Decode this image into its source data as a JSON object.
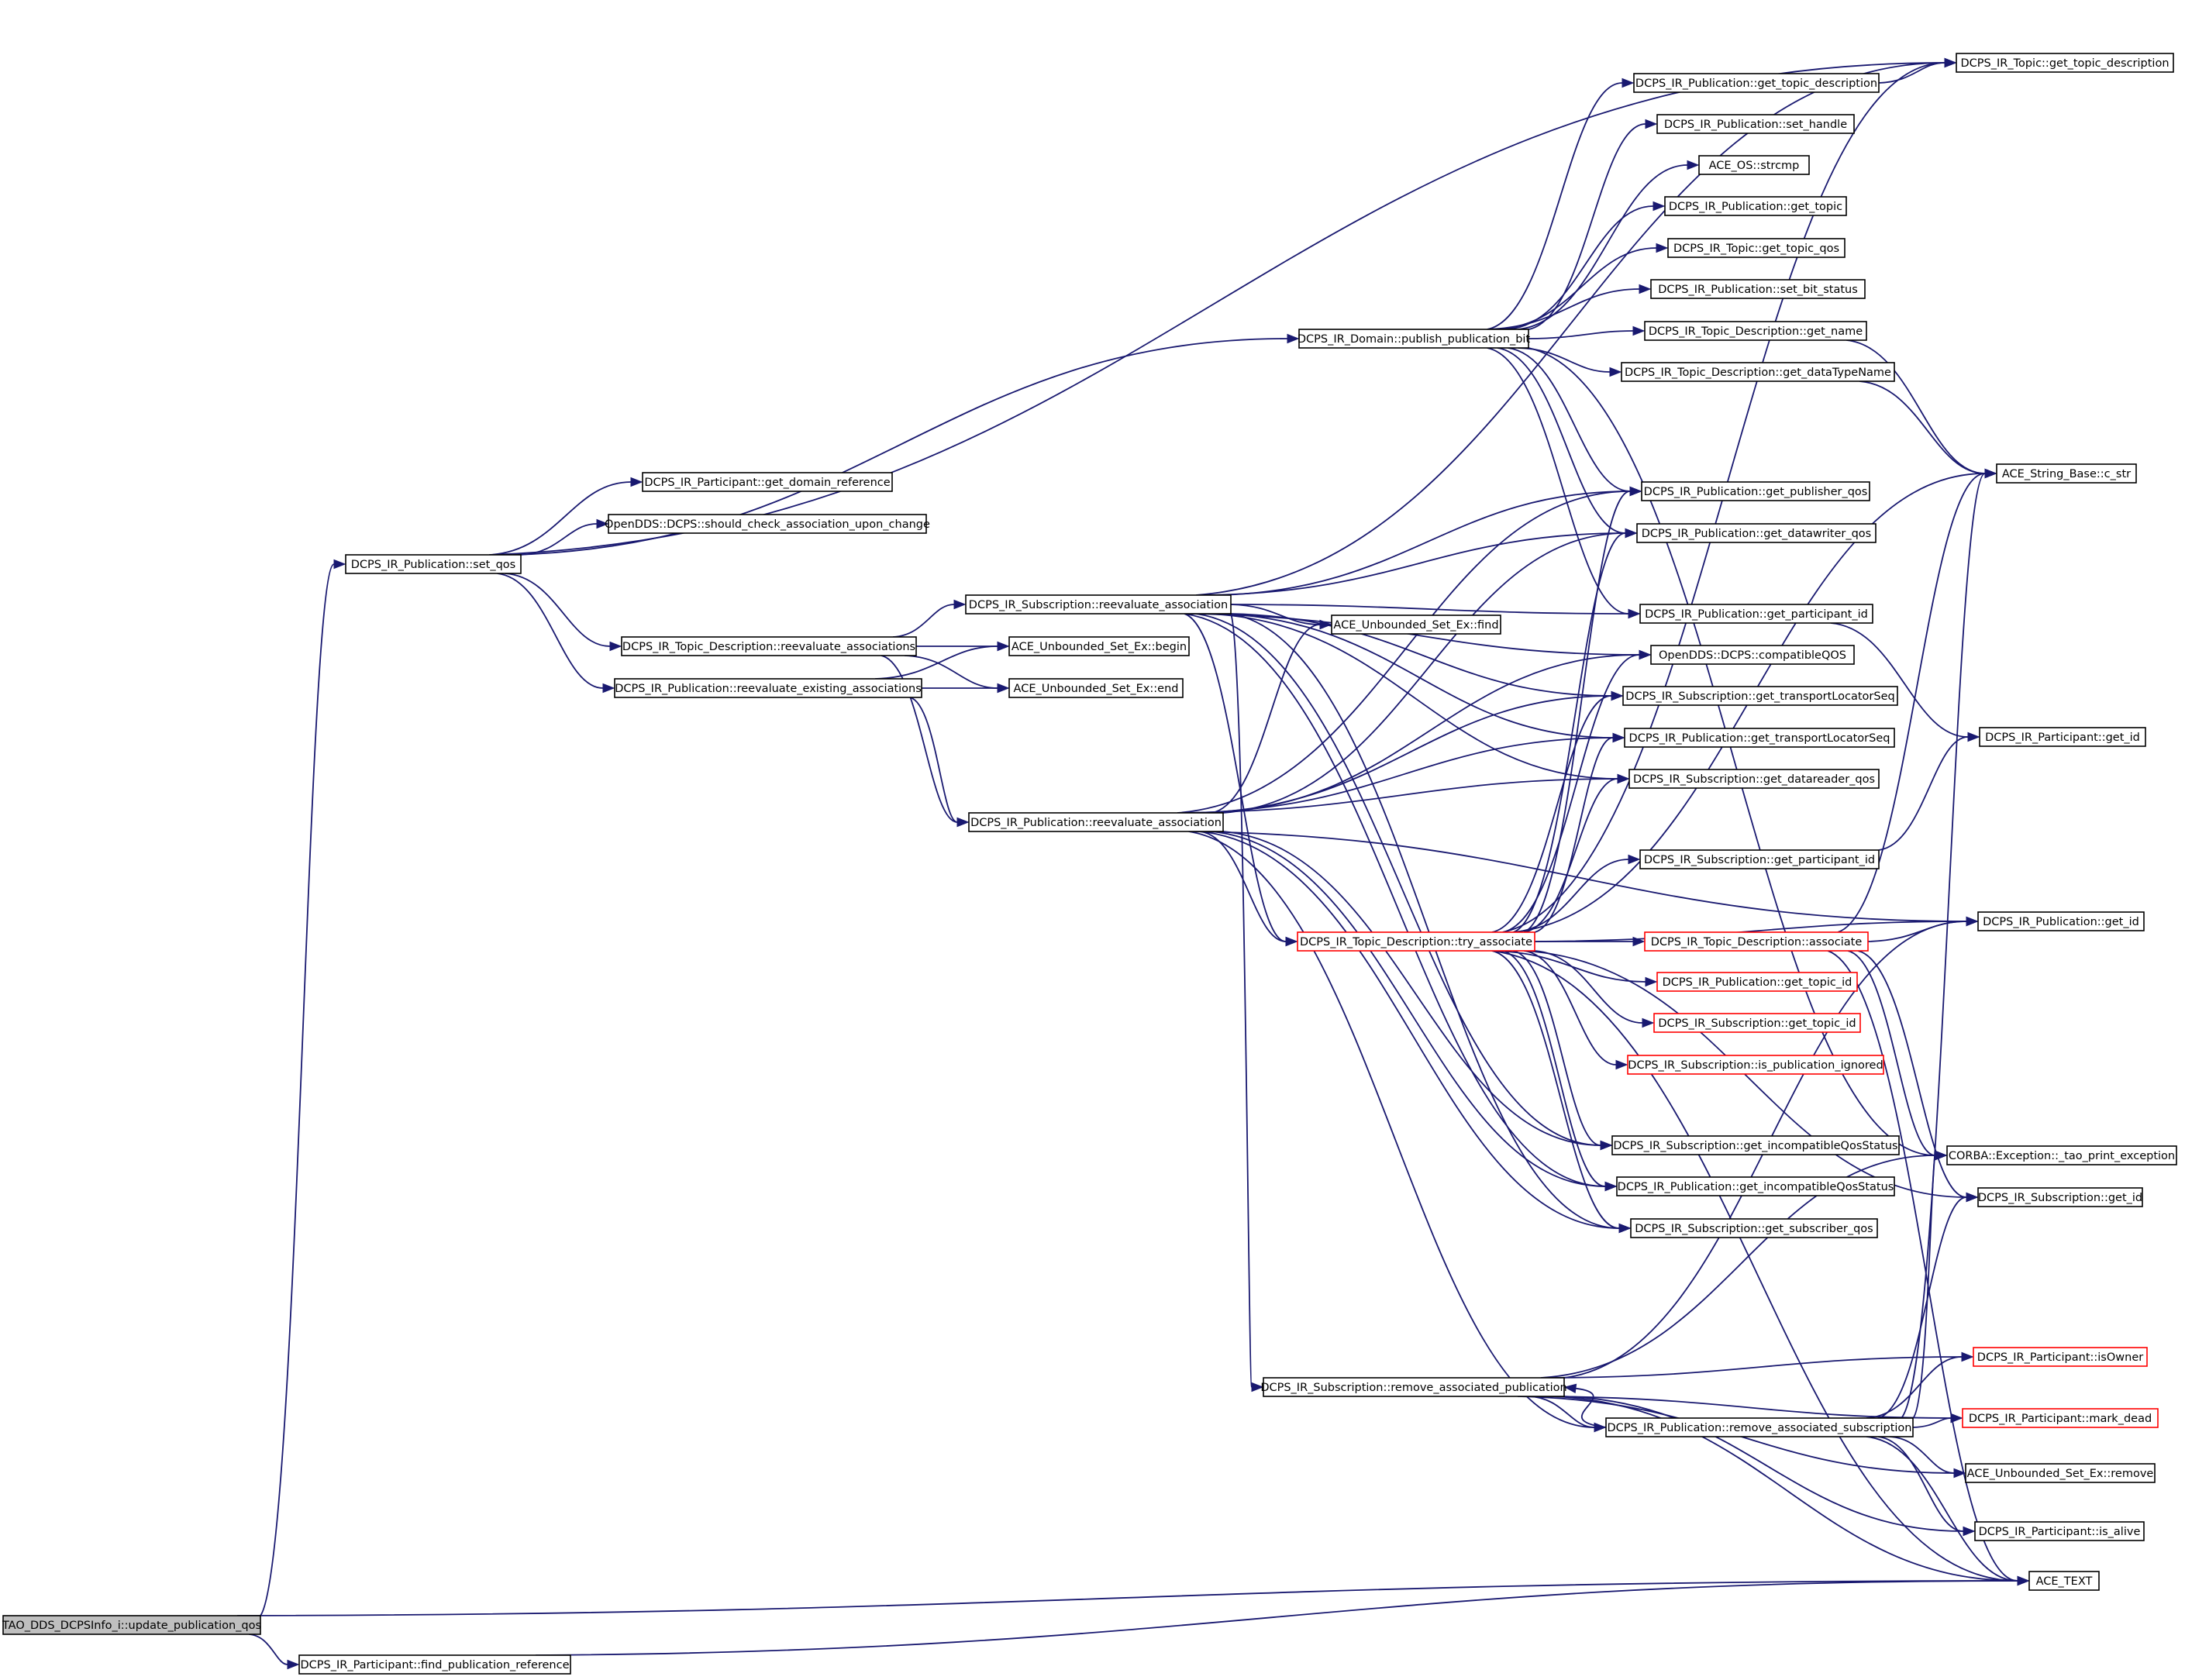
{
  "diagram": {
    "nodes": [
      {
        "id": "root",
        "label": "TAO_DDS_DCPSInfo_i::update_publication_qos",
        "style": "root"
      },
      {
        "id": "set_qos",
        "label": "DCPS_IR_Publication::set_qos",
        "style": "normal"
      },
      {
        "id": "find_pub_ref",
        "label": "DCPS_IR_Participant::find_publication_reference",
        "style": "normal"
      },
      {
        "id": "get_domain_ref",
        "label": "DCPS_IR_Participant::get_domain_reference",
        "style": "normal"
      },
      {
        "id": "should_check",
        "label": "OpenDDS::DCPS::should_check_association_upon_change",
        "style": "normal"
      },
      {
        "id": "td_reeval_assocs",
        "label": "DCPS_IR_Topic_Description::reevaluate_associations",
        "style": "normal"
      },
      {
        "id": "pub_reeval_existing",
        "label": "DCPS_IR_Publication::reevaluate_existing_associations",
        "style": "normal"
      },
      {
        "id": "set_begin",
        "label": "ACE_Unbounded_Set_Ex::begin",
        "style": "normal"
      },
      {
        "id": "set_end",
        "label": "ACE_Unbounded_Set_Ex::end",
        "style": "normal"
      },
      {
        "id": "set_find",
        "label": "ACE_Unbounded_Set_Ex::find",
        "style": "normal"
      },
      {
        "id": "sub_reeval_assoc",
        "label": "DCPS_IR_Subscription::reevaluate_association",
        "style": "normal"
      },
      {
        "id": "pub_reeval_assoc",
        "label": "DCPS_IR_Publication::reevaluate_association",
        "style": "normal"
      },
      {
        "id": "publish_bit",
        "label": "DCPS_IR_Domain::publish_publication_bit",
        "style": "normal"
      },
      {
        "id": "try_associate",
        "label": "DCPS_IR_Topic_Description::try_associate",
        "style": "red"
      },
      {
        "id": "remove_assoc_pub",
        "label": "DCPS_IR_Subscription::remove_associated_publication",
        "style": "normal"
      },
      {
        "id": "remove_assoc_sub",
        "label": "DCPS_IR_Publication::remove_associated_subscription",
        "style": "normal"
      },
      {
        "id": "pub_get_topic_desc",
        "label": "DCPS_IR_Publication::get_topic_description",
        "style": "normal"
      },
      {
        "id": "pub_set_handle",
        "label": "DCPS_IR_Publication::set_handle",
        "style": "normal"
      },
      {
        "id": "strcmp",
        "label": "ACE_OS::strcmp",
        "style": "normal"
      },
      {
        "id": "pub_get_topic",
        "label": "DCPS_IR_Publication::get_topic",
        "style": "normal"
      },
      {
        "id": "topic_get_qos",
        "label": "DCPS_IR_Topic::get_topic_qos",
        "style": "normal"
      },
      {
        "id": "pub_set_bit_status",
        "label": "DCPS_IR_Publication::set_bit_status",
        "style": "normal"
      },
      {
        "id": "td_get_name",
        "label": "DCPS_IR_Topic_Description::get_name",
        "style": "normal"
      },
      {
        "id": "td_get_datatype",
        "label": "DCPS_IR_Topic_Description::get_dataTypeName",
        "style": "normal"
      },
      {
        "id": "pub_get_publisher_qos",
        "label": "DCPS_IR_Publication::get_publisher_qos",
        "style": "normal"
      },
      {
        "id": "pub_get_datawriter_qos",
        "label": "DCPS_IR_Publication::get_datawriter_qos",
        "style": "normal"
      },
      {
        "id": "pub_get_participant_id",
        "label": "DCPS_IR_Publication::get_participant_id",
        "style": "normal"
      },
      {
        "id": "compatible_qos",
        "label": "OpenDDS::DCPS::compatibleQOS",
        "style": "normal"
      },
      {
        "id": "sub_get_transport",
        "label": "DCPS_IR_Subscription::get_transportLocatorSeq",
        "style": "normal"
      },
      {
        "id": "pub_get_transport",
        "label": "DCPS_IR_Publication::get_transportLocatorSeq",
        "style": "normal"
      },
      {
        "id": "sub_get_datareader_qos",
        "label": "DCPS_IR_Subscription::get_datareader_qos",
        "style": "normal"
      },
      {
        "id": "sub_get_participant_id",
        "label": "DCPS_IR_Subscription::get_participant_id",
        "style": "normal"
      },
      {
        "id": "td_associate",
        "label": "DCPS_IR_Topic_Description::associate",
        "style": "red"
      },
      {
        "id": "pub_get_topic_id",
        "label": "DCPS_IR_Publication::get_topic_id",
        "style": "red"
      },
      {
        "id": "sub_get_topic_id",
        "label": "DCPS_IR_Subscription::get_topic_id",
        "style": "red"
      },
      {
        "id": "sub_is_pub_ignored",
        "label": "DCPS_IR_Subscription::is_publication_ignored",
        "style": "red"
      },
      {
        "id": "sub_get_incompat",
        "label": "DCPS_IR_Subscription::get_incompatibleQosStatus",
        "style": "normal"
      },
      {
        "id": "pub_get_incompat",
        "label": "DCPS_IR_Publication::get_incompatibleQosStatus",
        "style": "normal"
      },
      {
        "id": "sub_get_subscriber_qos",
        "label": "DCPS_IR_Subscription::get_subscriber_qos",
        "style": "normal"
      },
      {
        "id": "topic_get_topic_desc",
        "label": "DCPS_IR_Topic::get_topic_description",
        "style": "normal"
      },
      {
        "id": "c_str",
        "label": "ACE_String_Base::c_str",
        "style": "normal"
      },
      {
        "id": "part_get_id",
        "label": "DCPS_IR_Participant::get_id",
        "style": "normal"
      },
      {
        "id": "pub_get_id",
        "label": "DCPS_IR_Publication::get_id",
        "style": "normal"
      },
      {
        "id": "tao_print_exc",
        "label": "CORBA::Exception::_tao_print_exception",
        "style": "normal"
      },
      {
        "id": "sub_get_id",
        "label": "DCPS_IR_Subscription::get_id",
        "style": "normal"
      },
      {
        "id": "part_is_owner",
        "label": "DCPS_IR_Participant::isOwner",
        "style": "red"
      },
      {
        "id": "part_mark_dead",
        "label": "DCPS_IR_Participant::mark_dead",
        "style": "red"
      },
      {
        "id": "set_remove",
        "label": "ACE_Unbounded_Set_Ex::remove",
        "style": "normal"
      },
      {
        "id": "part_is_alive",
        "label": "DCPS_IR_Participant::is_alive",
        "style": "normal"
      },
      {
        "id": "ace_text",
        "label": "ACE_TEXT",
        "style": "normal"
      }
    ],
    "edges": [
      [
        "root",
        "set_qos"
      ],
      [
        "root",
        "find_pub_ref"
      ],
      [
        "root",
        "ace_text"
      ],
      [
        "find_pub_ref",
        "ace_text"
      ],
      [
        "set_qos",
        "get_domain_ref"
      ],
      [
        "set_qos",
        "should_check"
      ],
      [
        "set_qos",
        "publish_bit"
      ],
      [
        "set_qos",
        "td_reeval_assocs"
      ],
      [
        "set_qos",
        "pub_reeval_existing"
      ],
      [
        "set_qos",
        "topic_get_topic_desc"
      ],
      [
        "td_reeval_assocs",
        "set_begin"
      ],
      [
        "td_reeval_assocs",
        "set_end"
      ],
      [
        "td_reeval_assocs",
        "sub_reeval_assoc"
      ],
      [
        "td_reeval_assocs",
        "pub_reeval_assoc"
      ],
      [
        "pub_reeval_existing",
        "set_begin"
      ],
      [
        "pub_reeval_existing",
        "set_end"
      ],
      [
        "pub_reeval_existing",
        "pub_reeval_assoc"
      ],
      [
        "sub_reeval_assoc",
        "set_find"
      ],
      [
        "sub_reeval_assoc",
        "topic_get_topic_desc"
      ],
      [
        "sub_reeval_assoc",
        "try_associate"
      ],
      [
        "sub_reeval_assoc",
        "remove_assoc_pub"
      ],
      [
        "sub_reeval_assoc",
        "pub_get_publisher_qos"
      ],
      [
        "sub_reeval_assoc",
        "pub_get_datawriter_qos"
      ],
      [
        "sub_reeval_assoc",
        "pub_get_participant_id"
      ],
      [
        "sub_reeval_assoc",
        "compatible_qos"
      ],
      [
        "sub_reeval_assoc",
        "sub_get_transport"
      ],
      [
        "sub_reeval_assoc",
        "pub_get_transport"
      ],
      [
        "sub_reeval_assoc",
        "sub_get_datareader_qos"
      ],
      [
        "sub_reeval_assoc",
        "sub_get_incompat"
      ],
      [
        "sub_reeval_assoc",
        "pub_get_incompat"
      ],
      [
        "sub_reeval_assoc",
        "sub_get_subscriber_qos"
      ],
      [
        "pub_reeval_assoc",
        "set_find"
      ],
      [
        "pub_reeval_assoc",
        "try_associate"
      ],
      [
        "pub_reeval_assoc",
        "remove_assoc_sub"
      ],
      [
        "pub_reeval_assoc",
        "pub_get_publisher_qos"
      ],
      [
        "pub_reeval_assoc",
        "pub_get_datawriter_qos"
      ],
      [
        "pub_reeval_assoc",
        "compatible_qos"
      ],
      [
        "pub_reeval_assoc",
        "sub_get_transport"
      ],
      [
        "pub_reeval_assoc",
        "pub_get_transport"
      ],
      [
        "pub_reeval_assoc",
        "sub_get_datareader_qos"
      ],
      [
        "pub_reeval_assoc",
        "sub_get_incompat"
      ],
      [
        "pub_reeval_assoc",
        "pub_get_incompat"
      ],
      [
        "pub_reeval_assoc",
        "sub_get_subscriber_qos"
      ],
      [
        "pub_reeval_assoc",
        "pub_get_id"
      ],
      [
        "publish_bit",
        "pub_get_topic_desc"
      ],
      [
        "publish_bit",
        "pub_set_handle"
      ],
      [
        "publish_bit",
        "strcmp"
      ],
      [
        "publish_bit",
        "pub_get_topic"
      ],
      [
        "publish_bit",
        "topic_get_qos"
      ],
      [
        "publish_bit",
        "pub_set_bit_status"
      ],
      [
        "publish_bit",
        "td_get_name"
      ],
      [
        "publish_bit",
        "td_get_datatype"
      ],
      [
        "publish_bit",
        "pub_get_publisher_qos"
      ],
      [
        "publish_bit",
        "pub_get_datawriter_qos"
      ],
      [
        "publish_bit",
        "pub_get_participant_id"
      ],
      [
        "publish_bit",
        "tao_print_exc"
      ],
      [
        "pub_get_topic_desc",
        "topic_get_topic_desc"
      ],
      [
        "td_get_name",
        "c_str"
      ],
      [
        "td_get_datatype",
        "c_str"
      ],
      [
        "pub_get_participant_id",
        "part_get_id"
      ],
      [
        "sub_get_participant_id",
        "part_get_id"
      ],
      [
        "try_associate",
        "pub_get_publisher_qos"
      ],
      [
        "try_associate",
        "pub_get_datawriter_qos"
      ],
      [
        "try_associate",
        "compatible_qos"
      ],
      [
        "try_associate",
        "sub_get_transport"
      ],
      [
        "try_associate",
        "pub_get_transport"
      ],
      [
        "try_associate",
        "sub_get_datareader_qos"
      ],
      [
        "try_associate",
        "sub_get_participant_id"
      ],
      [
        "try_associate",
        "td_associate"
      ],
      [
        "try_associate",
        "pub_get_topic_id"
      ],
      [
        "try_associate",
        "sub_get_topic_id"
      ],
      [
        "try_associate",
        "sub_is_pub_ignored"
      ],
      [
        "try_associate",
        "sub_get_incompat"
      ],
      [
        "try_associate",
        "pub_get_incompat"
      ],
      [
        "try_associate",
        "sub_get_subscriber_qos"
      ],
      [
        "try_associate",
        "pub_get_id"
      ],
      [
        "try_associate",
        "sub_get_id"
      ],
      [
        "try_associate",
        "c_str"
      ],
      [
        "try_associate",
        "topic_get_topic_desc"
      ],
      [
        "try_associate",
        "ace_text"
      ],
      [
        "td_associate",
        "pub_get_id"
      ],
      [
        "td_associate",
        "sub_get_id"
      ],
      [
        "td_associate",
        "tao_print_exc"
      ],
      [
        "td_associate",
        "c_str"
      ],
      [
        "td_associate",
        "ace_text"
      ],
      [
        "remove_assoc_pub",
        "pub_get_id"
      ],
      [
        "remove_assoc_pub",
        "part_is_owner"
      ],
      [
        "remove_assoc_pub",
        "part_mark_dead"
      ],
      [
        "remove_assoc_pub",
        "remove_assoc_sub"
      ],
      [
        "remove_assoc_pub",
        "set_remove"
      ],
      [
        "remove_assoc_pub",
        "part_is_alive"
      ],
      [
        "remove_assoc_pub",
        "ace_text"
      ],
      [
        "remove_assoc_pub",
        "tao_print_exc"
      ],
      [
        "remove_assoc_sub",
        "sub_get_id"
      ],
      [
        "remove_assoc_sub",
        "part_is_owner"
      ],
      [
        "remove_assoc_sub",
        "part_mark_dead"
      ],
      [
        "remove_assoc_sub",
        "remove_assoc_pub"
      ],
      [
        "remove_assoc_sub",
        "set_remove"
      ],
      [
        "remove_assoc_sub",
        "part_is_alive"
      ],
      [
        "remove_assoc_sub",
        "ace_text"
      ],
      [
        "remove_assoc_sub",
        "tao_print_exc"
      ],
      [
        "remove_assoc_sub",
        "c_str"
      ]
    ]
  }
}
